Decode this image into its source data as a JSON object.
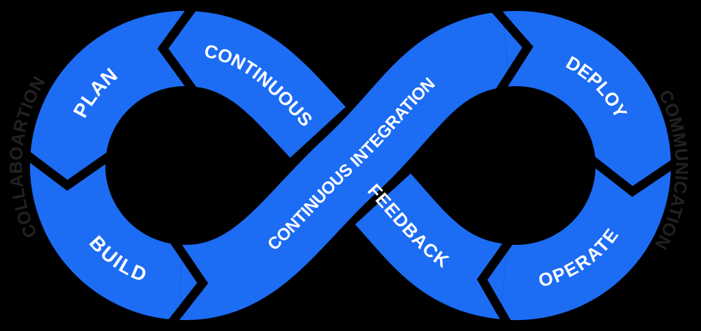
{
  "diagram": {
    "name": "devops-infinity-loop",
    "colors": {
      "ribbon_blue": "#1c6cf4",
      "label_white": "#ffffff",
      "outer_text_dark": "#212121",
      "background": "#000000"
    },
    "loop_labels": {
      "plan": "PLAN",
      "build": "BUILD",
      "continuous_integration": "CONTINUOUS INTEGRATION",
      "continuous": "CONTINUOUS",
      "feedback": "FEEDBACK",
      "deploy": "DEPLOY",
      "operate": "OPERATE"
    },
    "outer_labels": {
      "left": "COLLABOARTION",
      "right": "COMMUNICATION"
    }
  }
}
